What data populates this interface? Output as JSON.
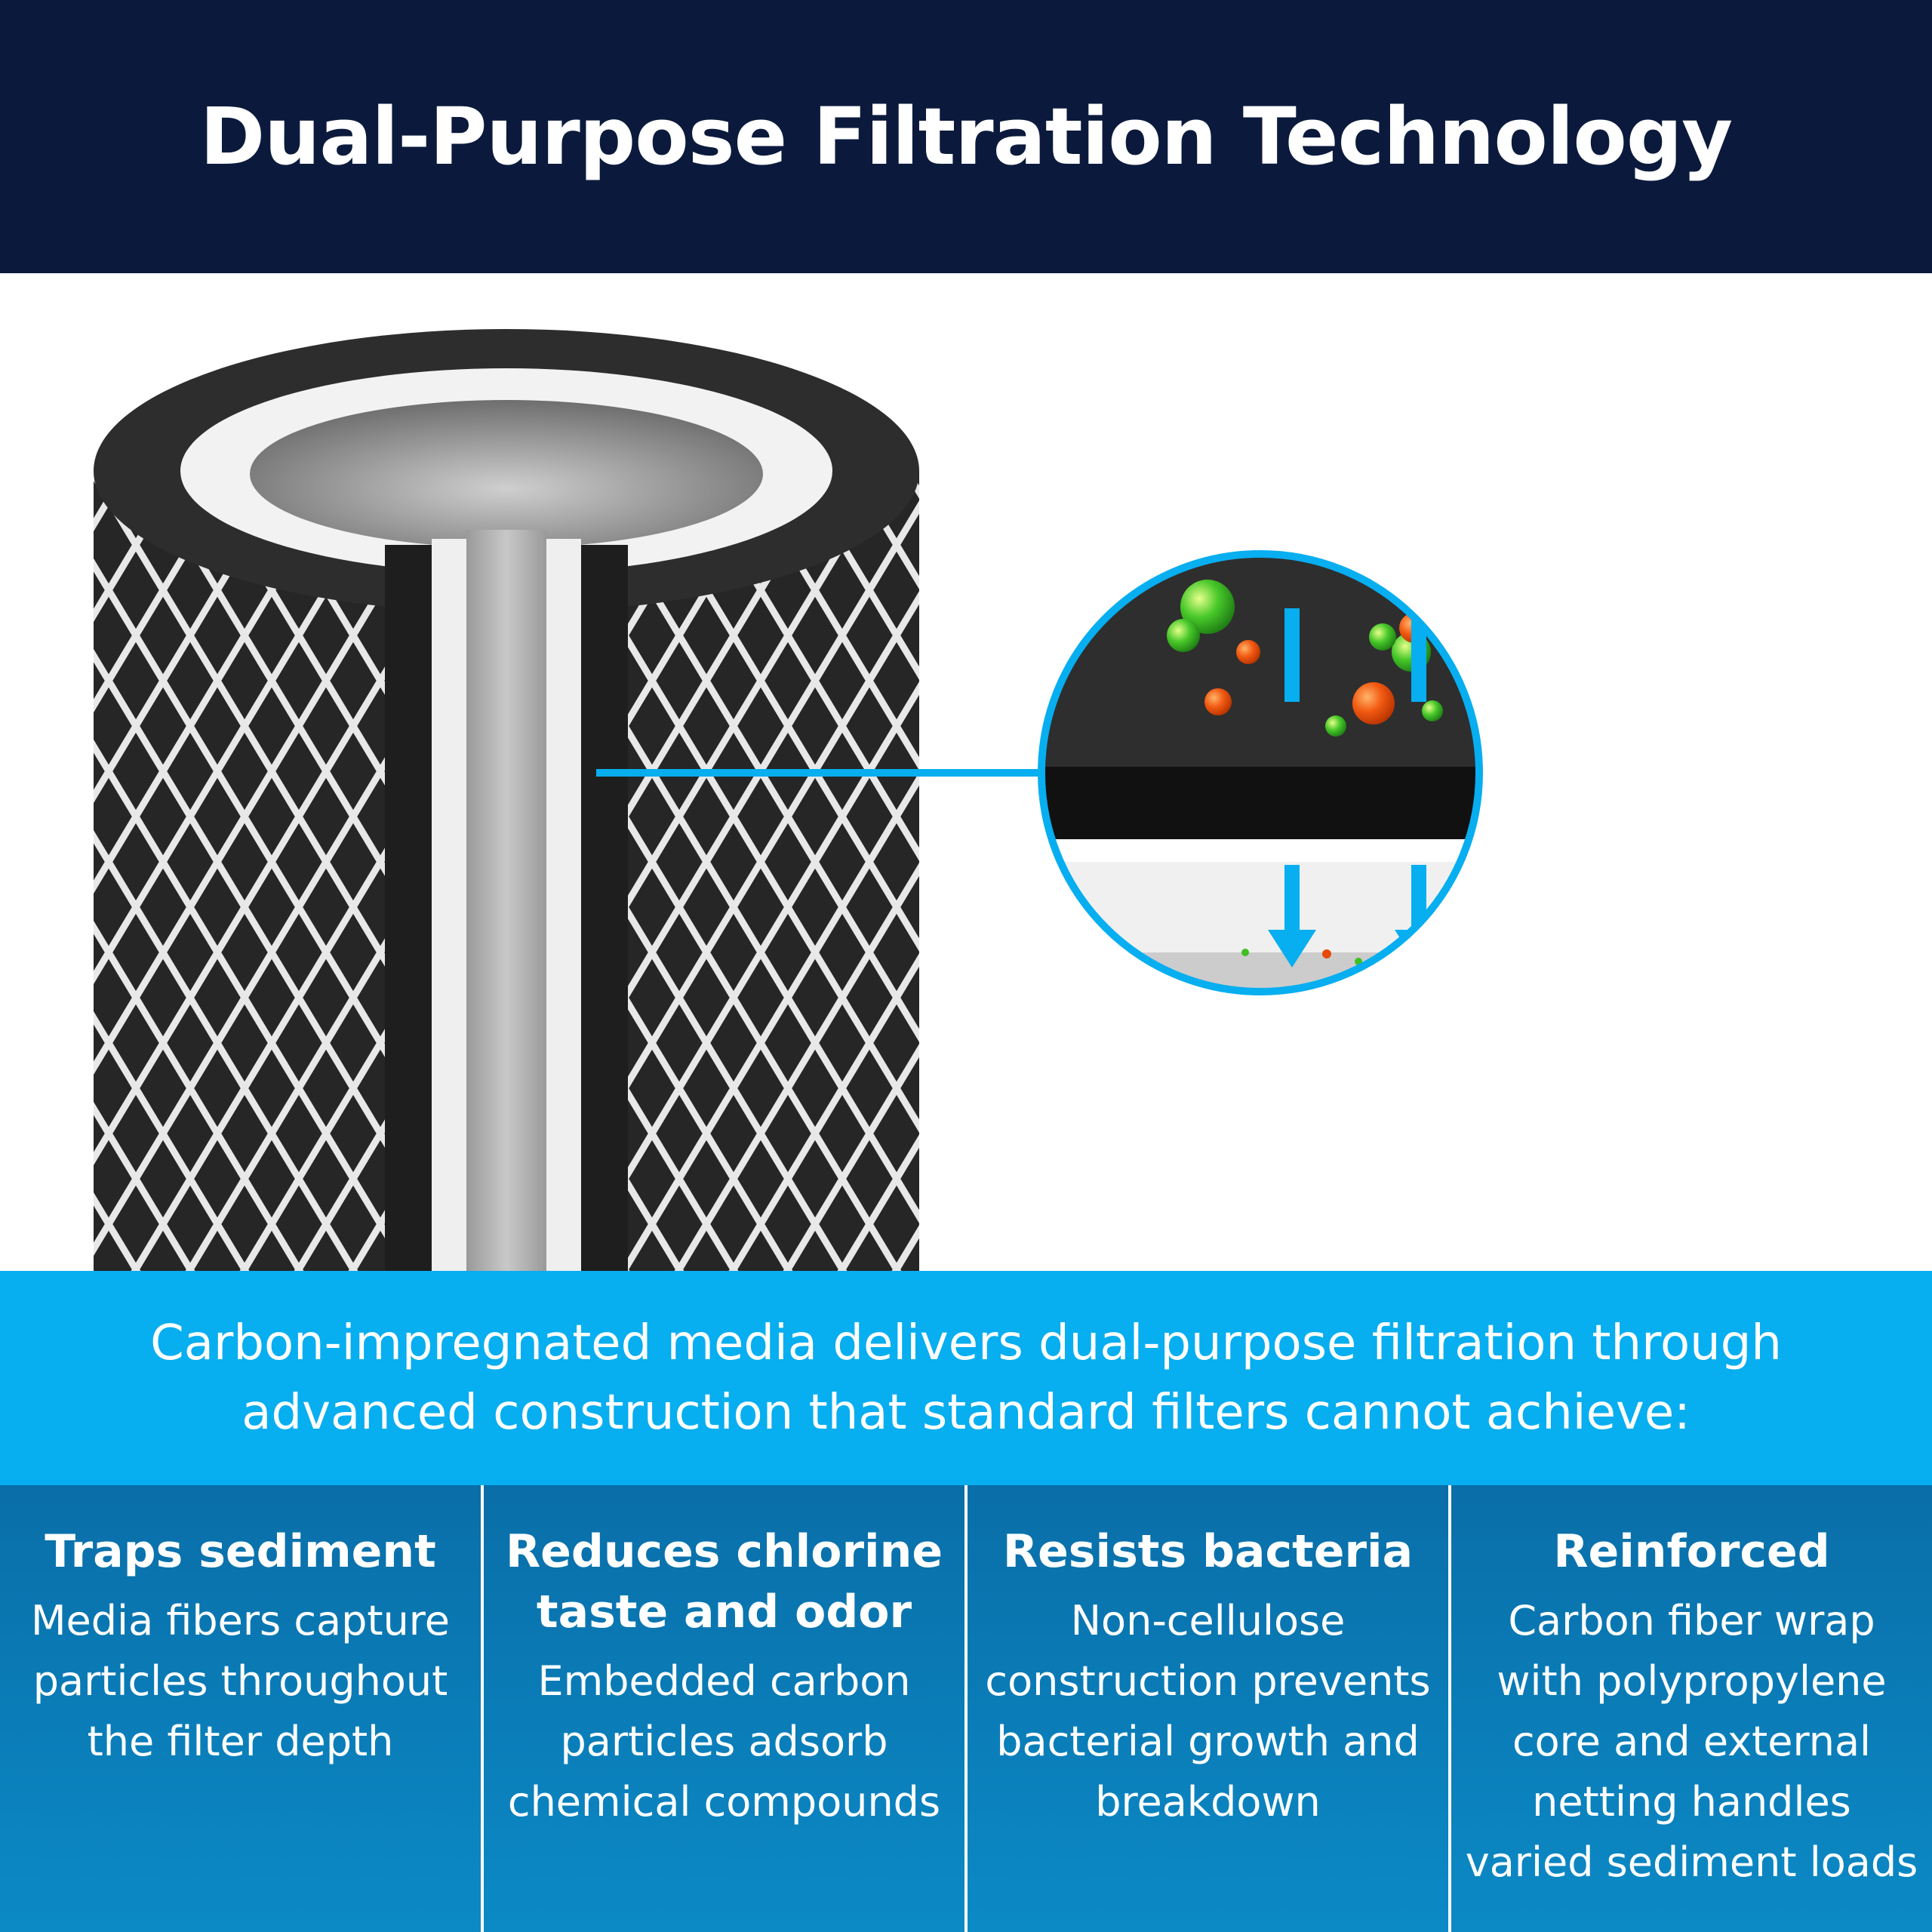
{
  "header": {
    "title": "Dual-Purpose Filtration Technology"
  },
  "intro": {
    "text": "Carbon-impregnated media delivers dual-purpose filtration through advanced construction that standard filters cannot achieve:"
  },
  "features": [
    {
      "title": "Traps sediment",
      "body": "Media fibers capture particles throughout the filter depth",
      "icon": "sediment"
    },
    {
      "title": "Reduces chlorine taste and odor",
      "body": "Embedded carbon particles adsorb chemical compounds",
      "icon": "chlorine"
    },
    {
      "title": "Resists bacteria",
      "body": "Non-cellulose construction prevents bacterial growth and breakdown",
      "icon": "bacteria"
    },
    {
      "title": "Reinforced",
      "body": "Carbon fiber wrap with polypropylene core and external netting handles varied sediment loads",
      "icon": "reinforced"
    }
  ],
  "colors": {
    "header_bg": "#0b1a3c",
    "accent_blue": "#07aef0",
    "feature_bg": "#0a74ad",
    "carbon": "#2a2a2a",
    "contaminant_orange": "#e84a0c",
    "contaminant_green": "#3fbf22"
  }
}
